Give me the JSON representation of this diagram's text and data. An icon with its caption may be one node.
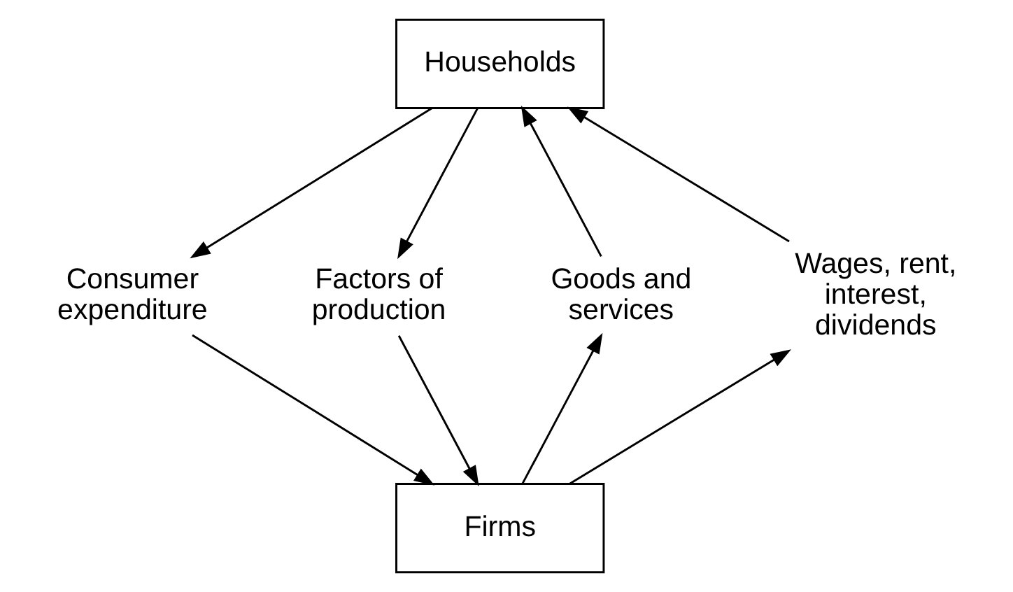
{
  "diagram": {
    "nodes": [
      {
        "text": [
          "Households"
        ]
      },
      {
        "text": [
          "Consumer expenditure"
        ]
      },
      {
        "text": [
          "Goods and services"
        ]
      },
      {
        "text": [
          "Factors of production"
        ]
      },
      {
        "text": [
          "Wages, rent, interest, dividends"
        ]
      },
      {
        "text": [
          "Firms"
        ]
      }
    ],
    "edges": [
      {
        "from": 0,
        "to": 1,
        "arrow": "to"
      },
      {
        "from": 1,
        "to": 5,
        "arrow": "to"
      },
      {
        "from": 5,
        "to": 2,
        "arrow": "to"
      },
      {
        "from": 2,
        "to": 0,
        "arrow": "to"
      },
      {
        "from": 0,
        "to": 3,
        "arrow": "to"
      },
      {
        "from": 3,
        "to": 5,
        "arrow": "to"
      },
      {
        "from": 5,
        "to": 4,
        "arrow": "to"
      },
      {
        "from": 4,
        "to": 0,
        "arrow": "to"
      }
    ]
  }
}
